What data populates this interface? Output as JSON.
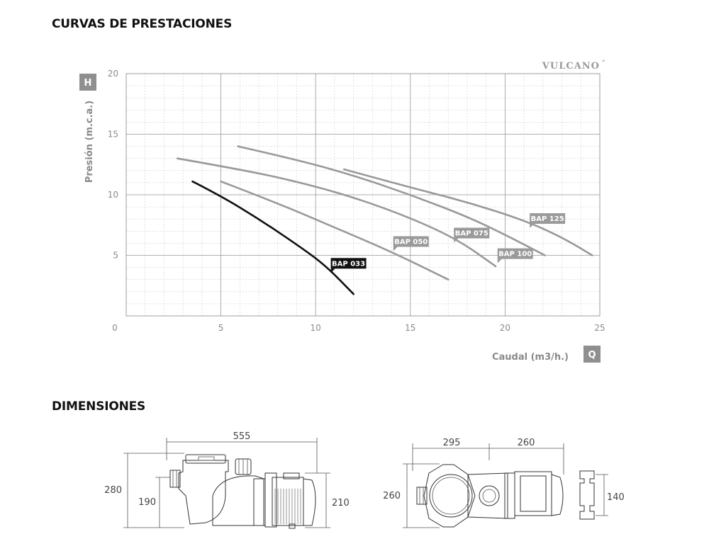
{
  "sections": {
    "curves_title": "CURVAS DE PRESTACIONES",
    "dimensions_title": "DIMENSIONES"
  },
  "brand": "VULCANO",
  "brand_mark": "°",
  "chart_data": {
    "type": "line",
    "title": "",
    "xlabel": "Caudal (m3/h.)",
    "ylabel": "Presión (m.c.a.)",
    "x_badge": "Q",
    "y_badge": "H",
    "xlim": [
      0,
      25
    ],
    "ylim": [
      0,
      20
    ],
    "x_ticks": [
      0,
      5,
      10,
      15,
      20,
      25
    ],
    "y_ticks": [
      5,
      10,
      15,
      20
    ],
    "grid": true,
    "series": [
      {
        "name": "BAP 033",
        "color": "#111111",
        "highlight": true,
        "points": [
          [
            3.5,
            11.1
          ],
          [
            5,
            9.9
          ],
          [
            7,
            8.0
          ],
          [
            9,
            5.9
          ],
          [
            10.5,
            4.2
          ],
          [
            12,
            1.8
          ]
        ],
        "label_at": [
          10.8,
          3.9
        ]
      },
      {
        "name": "BAP 050",
        "color": "#999999",
        "highlight": false,
        "points": [
          [
            5,
            11.1
          ],
          [
            8,
            9.3
          ],
          [
            11,
            7.3
          ],
          [
            14,
            5.3
          ],
          [
            17,
            3.0
          ]
        ],
        "label_at": [
          14.1,
          5.7
        ]
      },
      {
        "name": "BAP 075",
        "color": "#999999",
        "highlight": false,
        "points": [
          [
            2.7,
            13.0
          ],
          [
            6,
            12.1
          ],
          [
            9,
            11.1
          ],
          [
            12,
            9.8
          ],
          [
            15,
            8.1
          ],
          [
            17.5,
            6.3
          ],
          [
            19.5,
            4.1
          ]
        ],
        "label_at": [
          17.3,
          6.4
        ]
      },
      {
        "name": "BAP 100",
        "color": "#999999",
        "highlight": false,
        "points": [
          [
            5.9,
            14.0
          ],
          [
            9,
            12.9
          ],
          [
            12,
            11.6
          ],
          [
            15,
            10.0
          ],
          [
            18,
            8.2
          ],
          [
            20,
            6.7
          ],
          [
            22.1,
            5.0
          ]
        ],
        "label_at": [
          19.6,
          4.7
        ]
      },
      {
        "name": "BAP 125",
        "color": "#999999",
        "highlight": false,
        "points": [
          [
            11.5,
            12.1
          ],
          [
            15,
            10.6
          ],
          [
            18,
            9.4
          ],
          [
            21,
            7.9
          ],
          [
            23,
            6.5
          ],
          [
            24.6,
            5.0
          ]
        ],
        "label_at": [
          21.3,
          7.6
        ]
      }
    ]
  },
  "dimensions": {
    "side_view": {
      "length": "555",
      "height_total": "280",
      "height_inlet": "190",
      "height_motor": "210"
    },
    "top_view": {
      "width_pump": "295",
      "width_motor": "260",
      "depth": "260"
    },
    "end_view": {
      "height": "140"
    }
  }
}
